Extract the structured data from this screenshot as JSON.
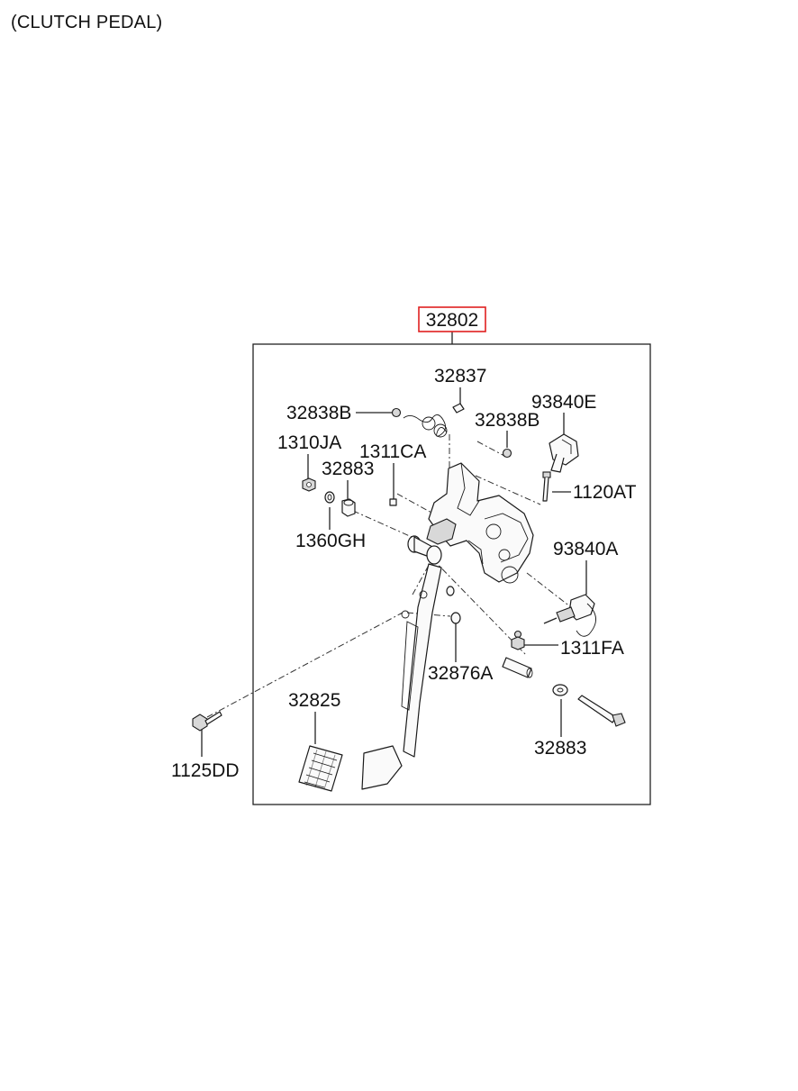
{
  "title": "(CLUTCH PEDAL)",
  "highlight_color": "#e02020",
  "assembly": {
    "number": "32802"
  },
  "callouts": {
    "c32837": "32837",
    "c32838B_left": "32838B",
    "c32838B_right": "32838B",
    "c93840E": "93840E",
    "c1310JA": "1310JA",
    "c1311CA": "1311CA",
    "c32883_top": "32883",
    "c1120AT": "1120AT",
    "c1360GH": "1360GH",
    "c93840A": "93840A",
    "c1311FA": "1311FA",
    "c32876A": "32876A",
    "c32825": "32825",
    "c32883_bottom": "32883",
    "c1125DD": "1125DD"
  }
}
